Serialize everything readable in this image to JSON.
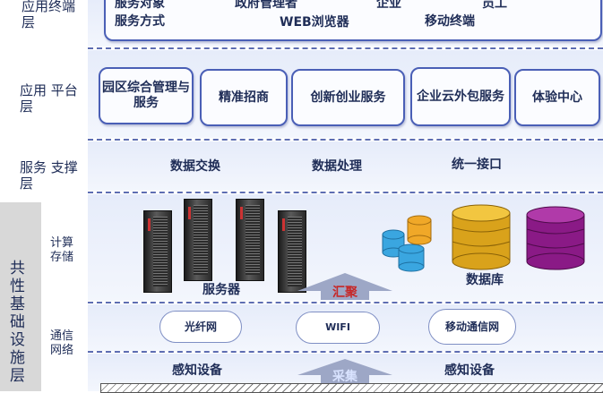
{
  "layers": {
    "app_terminal": {
      "label": "应用终端层",
      "items": [
        "服务对象",
        "政府管理者",
        "企业",
        "员工",
        "服务方式",
        "WEB浏览器",
        "移动终端"
      ]
    },
    "app_platform": {
      "label": "应用 平台层",
      "boxes": [
        "园区综合管理与服务",
        "精准招商",
        "创新创业服务",
        "企业云外包服务",
        "体验中心"
      ]
    },
    "service_support": {
      "label": "服务 支撑层",
      "items": [
        "数据交换",
        "数据处理",
        "统一接口"
      ]
    },
    "shared_infra": {
      "label": "共性基础设施层",
      "compute": {
        "label": "计算存储",
        "server_label": "服务器",
        "db_label": "数据库",
        "arrow_label": "汇聚"
      },
      "network": {
        "label": "通信网络",
        "clouds": [
          "光纤网",
          "WIFI",
          "移动通信网"
        ]
      },
      "sensing": {
        "left_label": "感知设备",
        "right_label": "感知设备",
        "arrow_label": "采集"
      }
    }
  },
  "colors": {
    "band": "#e6ecfa",
    "border": "#4a5fb6",
    "text": "#1f2d57",
    "db_gold": "#d9a21b",
    "db_purple": "#8a1a86",
    "db_blue": "#3aa6e0"
  }
}
